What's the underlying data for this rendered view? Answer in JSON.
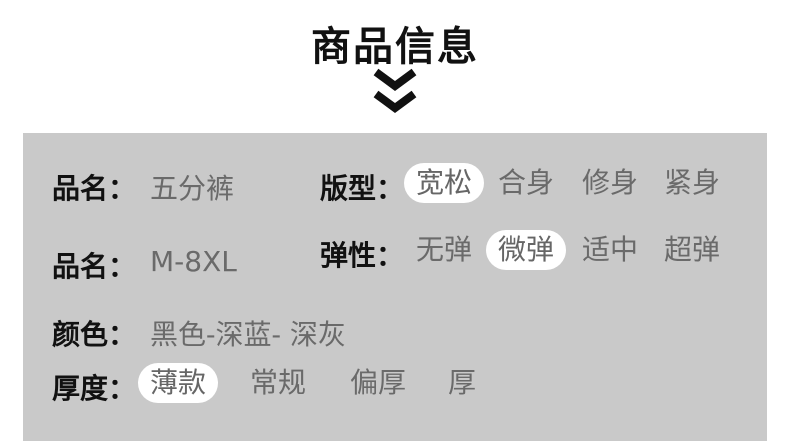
{
  "header": {
    "title": "商品信息",
    "icon": "double-chevron-down-icon"
  },
  "panel": {
    "background": "#c9c9c9",
    "name_row": {
      "label": "品名：",
      "value": "五分裤"
    },
    "size_row": {
      "label": "品名：",
      "value": "M-8XL"
    },
    "color_row": {
      "label": "颜色：",
      "value": "黑色-深蓝- 深灰"
    },
    "fit": {
      "label": "版型：",
      "options": [
        "宽松",
        "合身",
        "修身",
        "紧身"
      ],
      "selected": "宽松"
    },
    "stretch": {
      "label": "弹性：",
      "options": [
        "无弹",
        "微弹",
        "适中",
        "超弹"
      ],
      "selected": "微弹"
    },
    "thickness": {
      "label": "厚度：",
      "options": [
        "薄款",
        "常规",
        "偏厚",
        "厚"
      ],
      "selected": "薄款"
    }
  }
}
